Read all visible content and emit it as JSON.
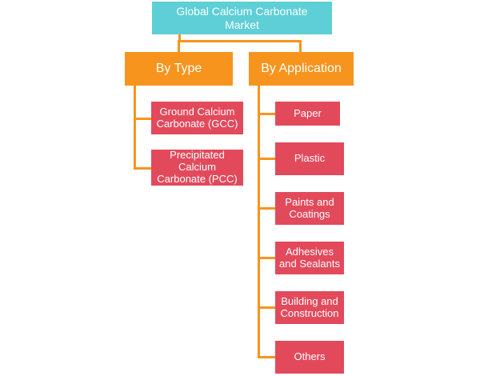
{
  "root": {
    "label": "Global Calcium Carbonate\nMarket"
  },
  "categories": [
    {
      "label": "By Type",
      "items": [
        "Ground Calcium\nCarbonate (GCC)",
        "Precipitated\nCalcium\nCarbonate (PCC)"
      ]
    },
    {
      "label": "By Application",
      "items": [
        "Paper",
        "Plastic",
        "Paints and\nCoatings",
        "Adhesives\nand Sealants",
        "Building and\nConstruction",
        "Others"
      ]
    }
  ],
  "colors": {
    "root": "#5ecfd6",
    "category": "#f7941d",
    "leaf": "#e24a5c",
    "connector": "#f7941d"
  }
}
